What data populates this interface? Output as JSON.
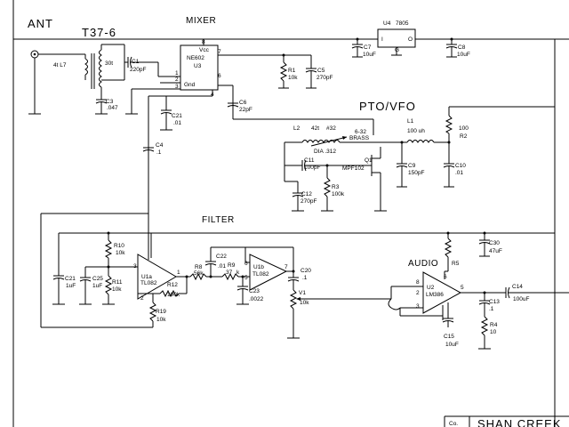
{
  "sections": {
    "antenna": "ANT",
    "toroid": "T37-6",
    "mixer": "MIXER",
    "vfo": "PTO/VFO",
    "filter": "FILTER",
    "audio": "AUDIO"
  },
  "title_block": {
    "label": "Co.",
    "name": "SHAN CREEK"
  },
  "labels": {
    "L7": "4t L7",
    "turns_30t": "30t",
    "C1": "C1",
    "C1_val": "220pF",
    "C3": "C3",
    "C3_val": ".047",
    "U3_pin8": "8",
    "U3_vcc": "Vcc",
    "U3_part": "NE602",
    "U3": "U3",
    "U3_gnd": "Gnd",
    "U3_pin1": "1",
    "U3_pin2": "2",
    "U3_pin3": "3",
    "U3_pin4": "4",
    "U3_pin6": "6",
    "U3_pin7": "7",
    "U4": "U4",
    "U4_part": "7805",
    "U4_I": "I",
    "U4_O": "O",
    "U4_G": "G",
    "C7": "C7",
    "C7_val": "10uF",
    "C8": "C8",
    "C8_val": "10uF",
    "R1": "R1",
    "R1_val": "10k",
    "C5": "C5",
    "C5_val": "270pF",
    "C6": "C6",
    "C6_val": "22pF",
    "C21": "C21",
    "C21_val": ".01",
    "C4": "C4",
    "C4_val": ".1",
    "L2": "L2",
    "L2_turns": "42t",
    "L2_wire": "#32",
    "screw": "6-32",
    "brass": "BRASS",
    "form": "DIA .312",
    "L1": "L1",
    "L1_val": "100 uh",
    "R2_val": "100",
    "R2": "R2",
    "C11": "C11",
    "C11_val": "100pF",
    "Q1": "Q1",
    "Q1_part": "MPF102",
    "C9": "C9",
    "C9_val": "150pF",
    "C10": "C10",
    "C10_val": ".01",
    "C12": "C12",
    "C12_val": "270pF",
    "R3": "R3",
    "R3_val": "100k",
    "R10": "R10",
    "R10_val": "10k",
    "C21b": "C21",
    "C21b_val": "1uF",
    "C25": "C25",
    "C25_val": "1uF",
    "R11": "R11",
    "R11_val": "10k",
    "U1a": "U1a",
    "U1a_part": "TL082",
    "U1a_pin1": "1",
    "U1a_pin2": "2",
    "U1a_pin3": "3",
    "R12": "R12",
    "R12_val": "100k",
    "R19": "R19",
    "R19_val": "10k",
    "R8": "R8",
    "R8_val": "56k",
    "C22": "C22",
    "C22_val": ".01",
    "R9": "R9",
    "R9_val": "37",
    "R9_unit": "k",
    "U1b": "U1b",
    "U1b_part": "TL082",
    "U1b_pin5": "5",
    "U1b_pin6": "6",
    "U1b_pin7": "7",
    "C23": "C23",
    "C23_val": ".0022",
    "C20": "C20",
    "C20_val": ".1",
    "V1": "V1",
    "V1_val": "10k",
    "C30": "C30",
    "C30_val": "47uF",
    "R5": "R5",
    "U2": "U2",
    "U2_part": "LM386",
    "U2_pin2": "2",
    "U2_pin3": "3",
    "U2_pin5": "5",
    "U2_pin6": "6",
    "U2_pin8": "8",
    "C14": "C14",
    "C14_val": "100uF",
    "C13": "C13",
    "C13_val": ".1",
    "R4": "R4",
    "R4_val": "10",
    "C15": "C15",
    "C15_val": "10uF"
  }
}
